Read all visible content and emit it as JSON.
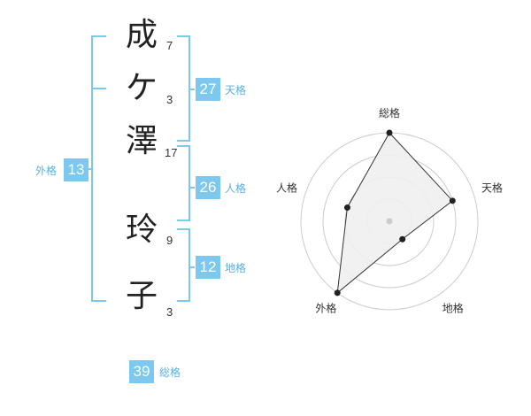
{
  "name": [
    {
      "char": "成",
      "strokes": "7"
    },
    {
      "char": "ケ",
      "strokes": "3"
    },
    {
      "char": "澤",
      "strokes": "17"
    },
    {
      "char": "玲",
      "strokes": "9"
    },
    {
      "char": "子",
      "strokes": "3"
    }
  ],
  "fortunes": {
    "tenkaku": {
      "label": "天格",
      "value": "27"
    },
    "jinkaku": {
      "label": "人格",
      "value": "26"
    },
    "chikaku": {
      "label": "地格",
      "value": "12"
    },
    "gaikaku": {
      "label": "外格",
      "value": "13"
    },
    "soukaku": {
      "label": "総格",
      "value": "39"
    }
  },
  "radar": {
    "axes": [
      "総格",
      "天格",
      "地格",
      "外格",
      "人格"
    ],
    "levels": 4,
    "values": [
      4,
      3,
      1,
      4,
      2
    ],
    "colors": {
      "grid": "#cccccc",
      "fill": "#f0f0f0",
      "line": "#333333",
      "point": "#222222",
      "center": "#cccccc"
    }
  },
  "colors": {
    "accent": "#7cc8ee",
    "bracket": "#7cc8ee",
    "label": "#58b0e0"
  }
}
